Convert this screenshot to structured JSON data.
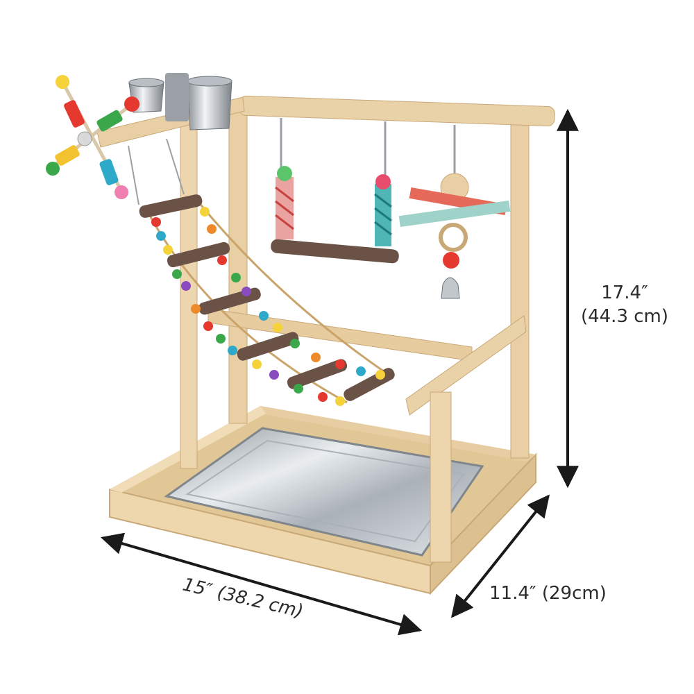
{
  "product_image": {
    "subject": "wooden bird play stand with ladder, swing, toys, cups and tray",
    "colors": {
      "wood": "#e8cfa4",
      "wood_dark": "#c9a877",
      "bark": "#6b5247",
      "steel": "#c9cdd1",
      "arrow": "#1a1a1a"
    }
  },
  "dimensions": {
    "height_line1": "17.4″",
    "height_line2": "(44.3 cm)",
    "depth": "11.4″ (29cm)",
    "width": "15″ (38.2 cm)"
  }
}
